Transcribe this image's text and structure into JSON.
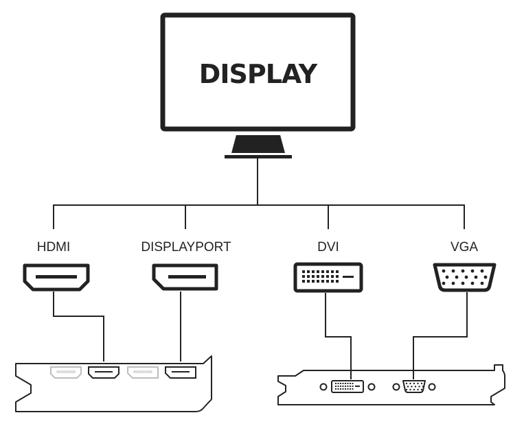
{
  "monitor": {
    "screen_text": "DISPLAY"
  },
  "ports": [
    {
      "id": "hdmi",
      "label": "HDMI"
    },
    {
      "id": "displayport",
      "label": "DISPLAYPORT"
    },
    {
      "id": "dvi",
      "label": "DVI"
    },
    {
      "id": "vga",
      "label": "VGA"
    }
  ],
  "colors": {
    "ink": "#222222",
    "inactive_port": "#bdbdbd",
    "background": "#ffffff"
  }
}
